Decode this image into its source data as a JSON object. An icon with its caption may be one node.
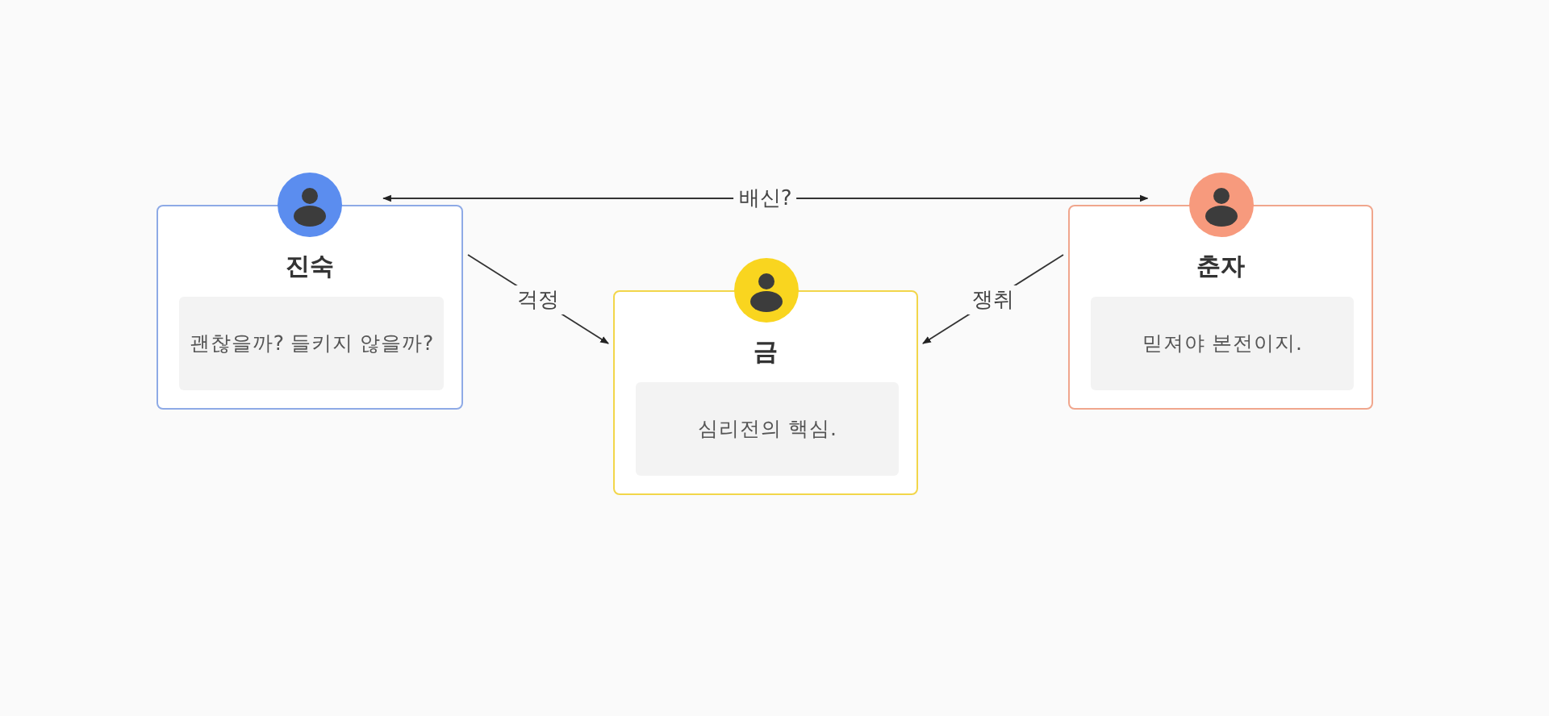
{
  "diagram": {
    "nodes": [
      {
        "text": [
          "진숙",
          "괜찮을까? 들키지 않을까?"
        ]
      },
      {
        "text": [
          "금",
          "심리전의 핵심."
        ]
      },
      {
        "text": [
          "춘자",
          "믿져야 본전이지."
        ]
      }
    ],
    "edges": [
      {
        "from": 0,
        "to": 1,
        "arrow": "to",
        "label": "걱정"
      },
      {
        "from": 2,
        "to": 1,
        "arrow": "to",
        "label": "쟁취"
      },
      {
        "from": 0,
        "to": 2,
        "arrow": "both",
        "label": "배신?"
      }
    ]
  }
}
